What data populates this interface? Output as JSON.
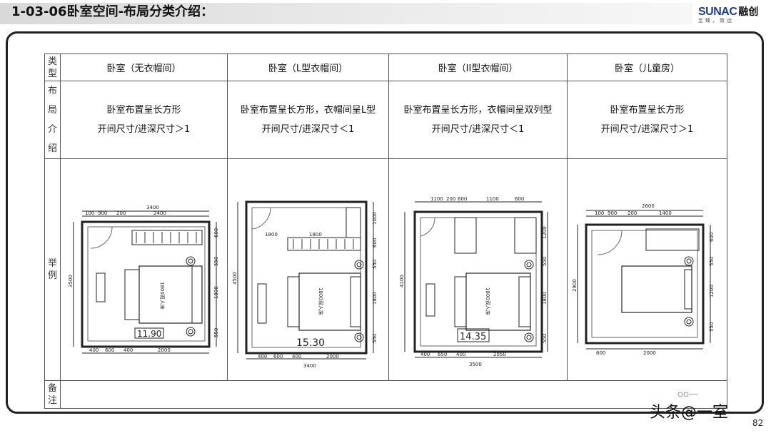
{
  "header": {
    "title": "1-03-06卧室空间-布局分类介绍：",
    "logo_text": "SUNAC",
    "logo_cn": "融创",
    "logo_sub": "至臻，致远"
  },
  "row_heads": {
    "type": "类型",
    "layout": "布局介绍",
    "example": "举例",
    "note": "备注"
  },
  "columns": [
    {
      "header": "卧室（无衣帽间）",
      "desc1": "卧室布置呈长方形",
      "desc2": "开间尺寸/进深尺寸＞1"
    },
    {
      "header": "卧室（L型衣帽间）",
      "desc1": "卧室布置呈长方形，衣帽间呈L型",
      "desc2": "开间尺寸/进深尺寸＜1"
    },
    {
      "header": "卧室（II型衣帽间）",
      "desc1": "卧室布置呈长方形，衣帽间呈双列型",
      "desc2": "开间尺寸/进深尺寸＜1"
    },
    {
      "header": "卧室（儿童房）",
      "desc1": "卧室布置呈长方形",
      "desc2": "开间尺寸/进深尺寸＞1"
    }
  ],
  "plans": [
    {
      "area": "11.90",
      "bed": "1800双人床",
      "top": [
        "100",
        "900",
        "200",
        "2400"
      ],
      "top_total": "3400",
      "right": [
        "600",
        "550",
        "1800",
        "550"
      ],
      "left": "3500",
      "bottom": [
        "400",
        "600",
        "400",
        "2000"
      ]
    },
    {
      "area": "15.30",
      "bed": "1800双人床",
      "top": [
        "1800"
      ],
      "top2": "1800",
      "right": [
        "1000",
        "600",
        "550",
        "1800",
        "550"
      ],
      "left": "4500",
      "bottom": [
        "400",
        "600",
        "400",
        "2000"
      ],
      "bottom_total": "3400"
    },
    {
      "area": "14.35",
      "bed": "1800双人床",
      "top": [
        "1100",
        "200",
        "600",
        "1100",
        "600"
      ],
      "right": [
        "1200",
        "550",
        "1800",
        "550"
      ],
      "left": "4100",
      "bottom": [
        "400",
        "650",
        "400",
        "2050"
      ],
      "bottom_total": "3500"
    },
    {
      "area": "",
      "bed": "",
      "top": [
        "100",
        "900",
        "200",
        "1400"
      ],
      "top_total": "2600",
      "right": [
        "600",
        "550",
        "1200",
        "550"
      ],
      "left": "2900",
      "bottom": [
        "600",
        "2000"
      ]
    }
  ],
  "watermark": "头条@一室",
  "page_number": "82"
}
